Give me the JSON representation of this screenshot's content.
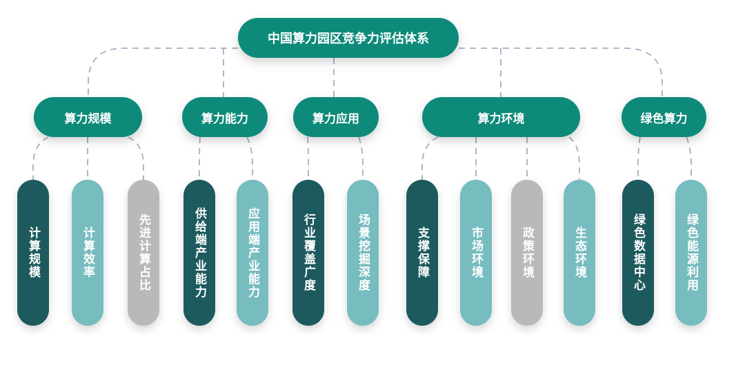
{
  "root": {
    "label": "中国算力园区竞争力评估体系"
  },
  "categories": [
    {
      "label": "算力规模",
      "leaves": [
        "计算规模",
        "计算效率",
        "先进计算占比"
      ]
    },
    {
      "label": "算力能力",
      "leaves": [
        "供给端产业能力",
        "应用端产业能力"
      ]
    },
    {
      "label": "算力应用",
      "leaves": [
        "行业覆盖广度",
        "场景挖掘深度"
      ]
    },
    {
      "label": "算力环境",
      "leaves": [
        "支撑保障",
        "市场环境",
        "政策环境",
        "生态环境"
      ]
    },
    {
      "label": "绿色算力",
      "leaves": [
        "绿色数据中心",
        "绿色能源利用"
      ]
    }
  ],
  "colors": {
    "primary": "#0e8a7a",
    "dark": "#1d5a5e",
    "light": "#77bcbf",
    "gray": "#b9b9b9",
    "connector": "#a5adc0"
  }
}
